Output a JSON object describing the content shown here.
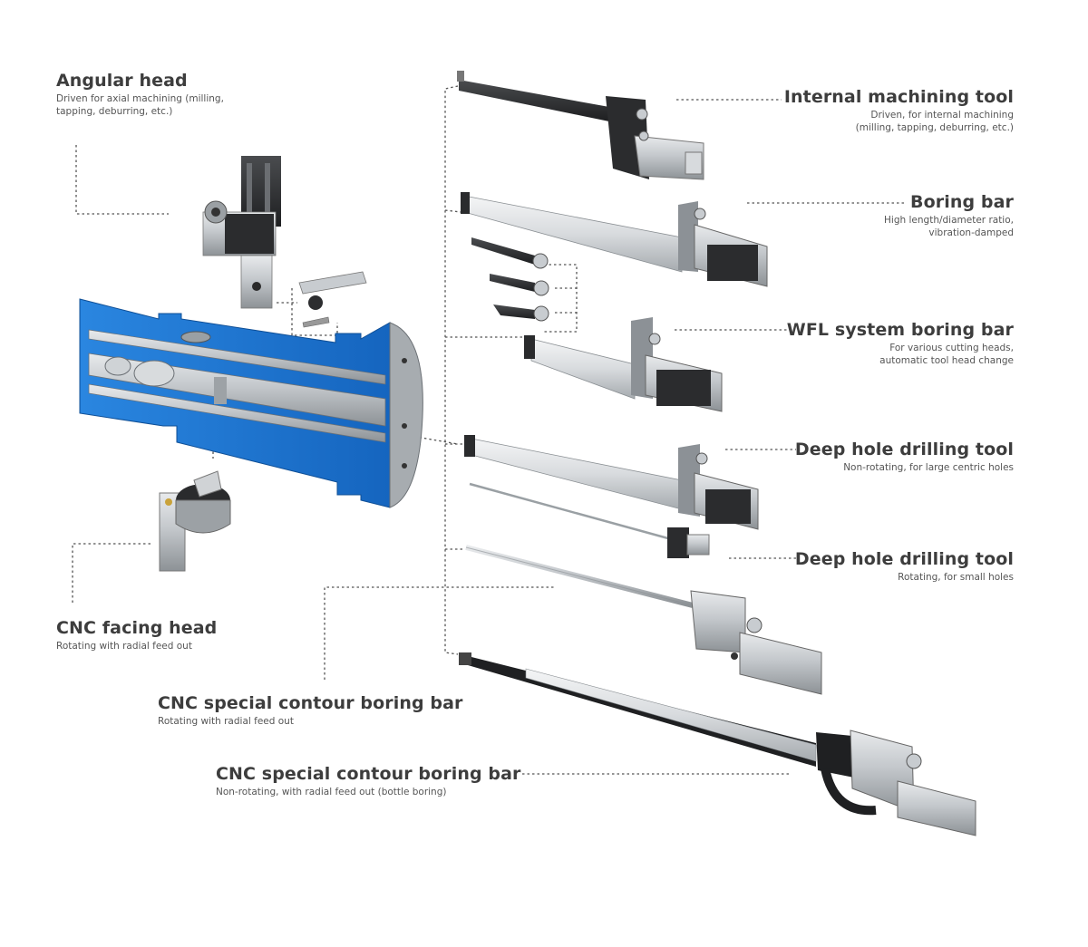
{
  "labels": {
    "angular_head": {
      "title": "Angular head",
      "desc": [
        "Driven for axial machining (milling,",
        "tapping, deburring, etc.)"
      ]
    },
    "internal_machining": {
      "title": "Internal machining tool",
      "desc": [
        "Driven, for internal machining",
        "(milling, tapping, deburring, etc.)"
      ]
    },
    "boring_bar": {
      "title": "Boring bar",
      "desc": [
        "High length/diameter ratio,",
        "vibration-damped"
      ]
    },
    "wfl_boring_bar": {
      "title": "WFL system boring bar",
      "desc": [
        "For various cutting heads,",
        "automatic tool head change"
      ]
    },
    "deep_hole_1": {
      "title": "Deep hole drilling tool",
      "desc": [
        "Non-rotating, for large centric holes"
      ]
    },
    "deep_hole_2": {
      "title": "Deep hole drilling tool",
      "desc": [
        "Rotating, for small holes"
      ]
    },
    "cnc_facing": {
      "title": "CNC facing head",
      "desc": [
        "Rotating with radial feed out"
      ]
    },
    "contour_rotating": {
      "title": "CNC special contour boring bar",
      "desc": [
        "Rotating with radial feed out"
      ]
    },
    "contour_nonrotating": {
      "title": "CNC special contour boring bar",
      "desc": [
        "Non-rotating, with radial feed out (bottle boring)"
      ]
    }
  },
  "colors": {
    "workpiece_blue": "#1f77d2",
    "steel": "#b8bcc0",
    "dark_metal": "#2e2f31",
    "leader_line": "#555555"
  }
}
